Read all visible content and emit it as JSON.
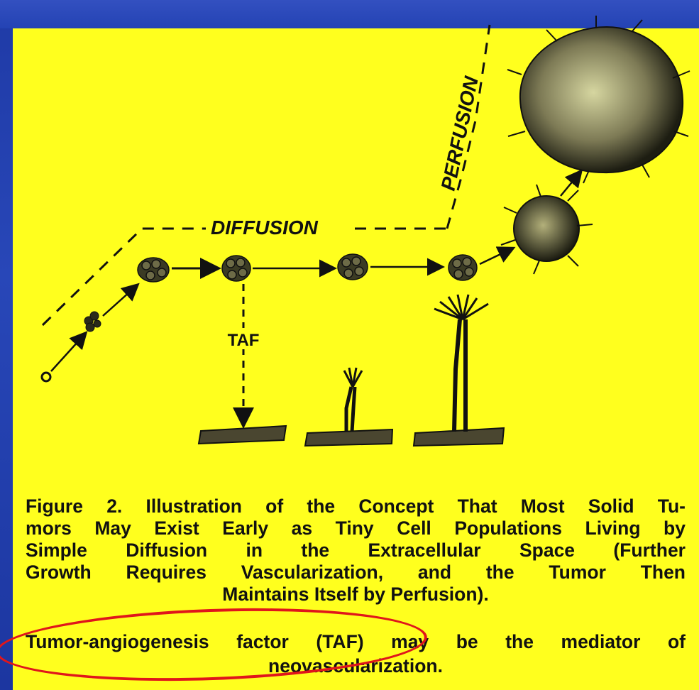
{
  "figure": {
    "labels": {
      "diffusion": "DIFFUSION",
      "perfusion": "PERFUSION",
      "taf": "TAF"
    },
    "caption_lines": [
      "Figure 2. Illustration of the Concept That Most Solid Tu-",
      "mors May Exist Early as Tiny Cell Populations Living by",
      "Simple  Diffusion  in  the  Extracellular  Space  (Further",
      "Growth  Requires  Vascularization,  and  the  Tumor  Then",
      "Maintains Itself by Perfusion)."
    ],
    "taf_note_lines": [
      "Tumor-angiogenesis factor (TAF) may be the mediator of",
      "neovascularization."
    ]
  },
  "colors": {
    "panel": "#ffff1e",
    "background": "#2443b4",
    "highlight_ellipse": "#e0161b"
  }
}
